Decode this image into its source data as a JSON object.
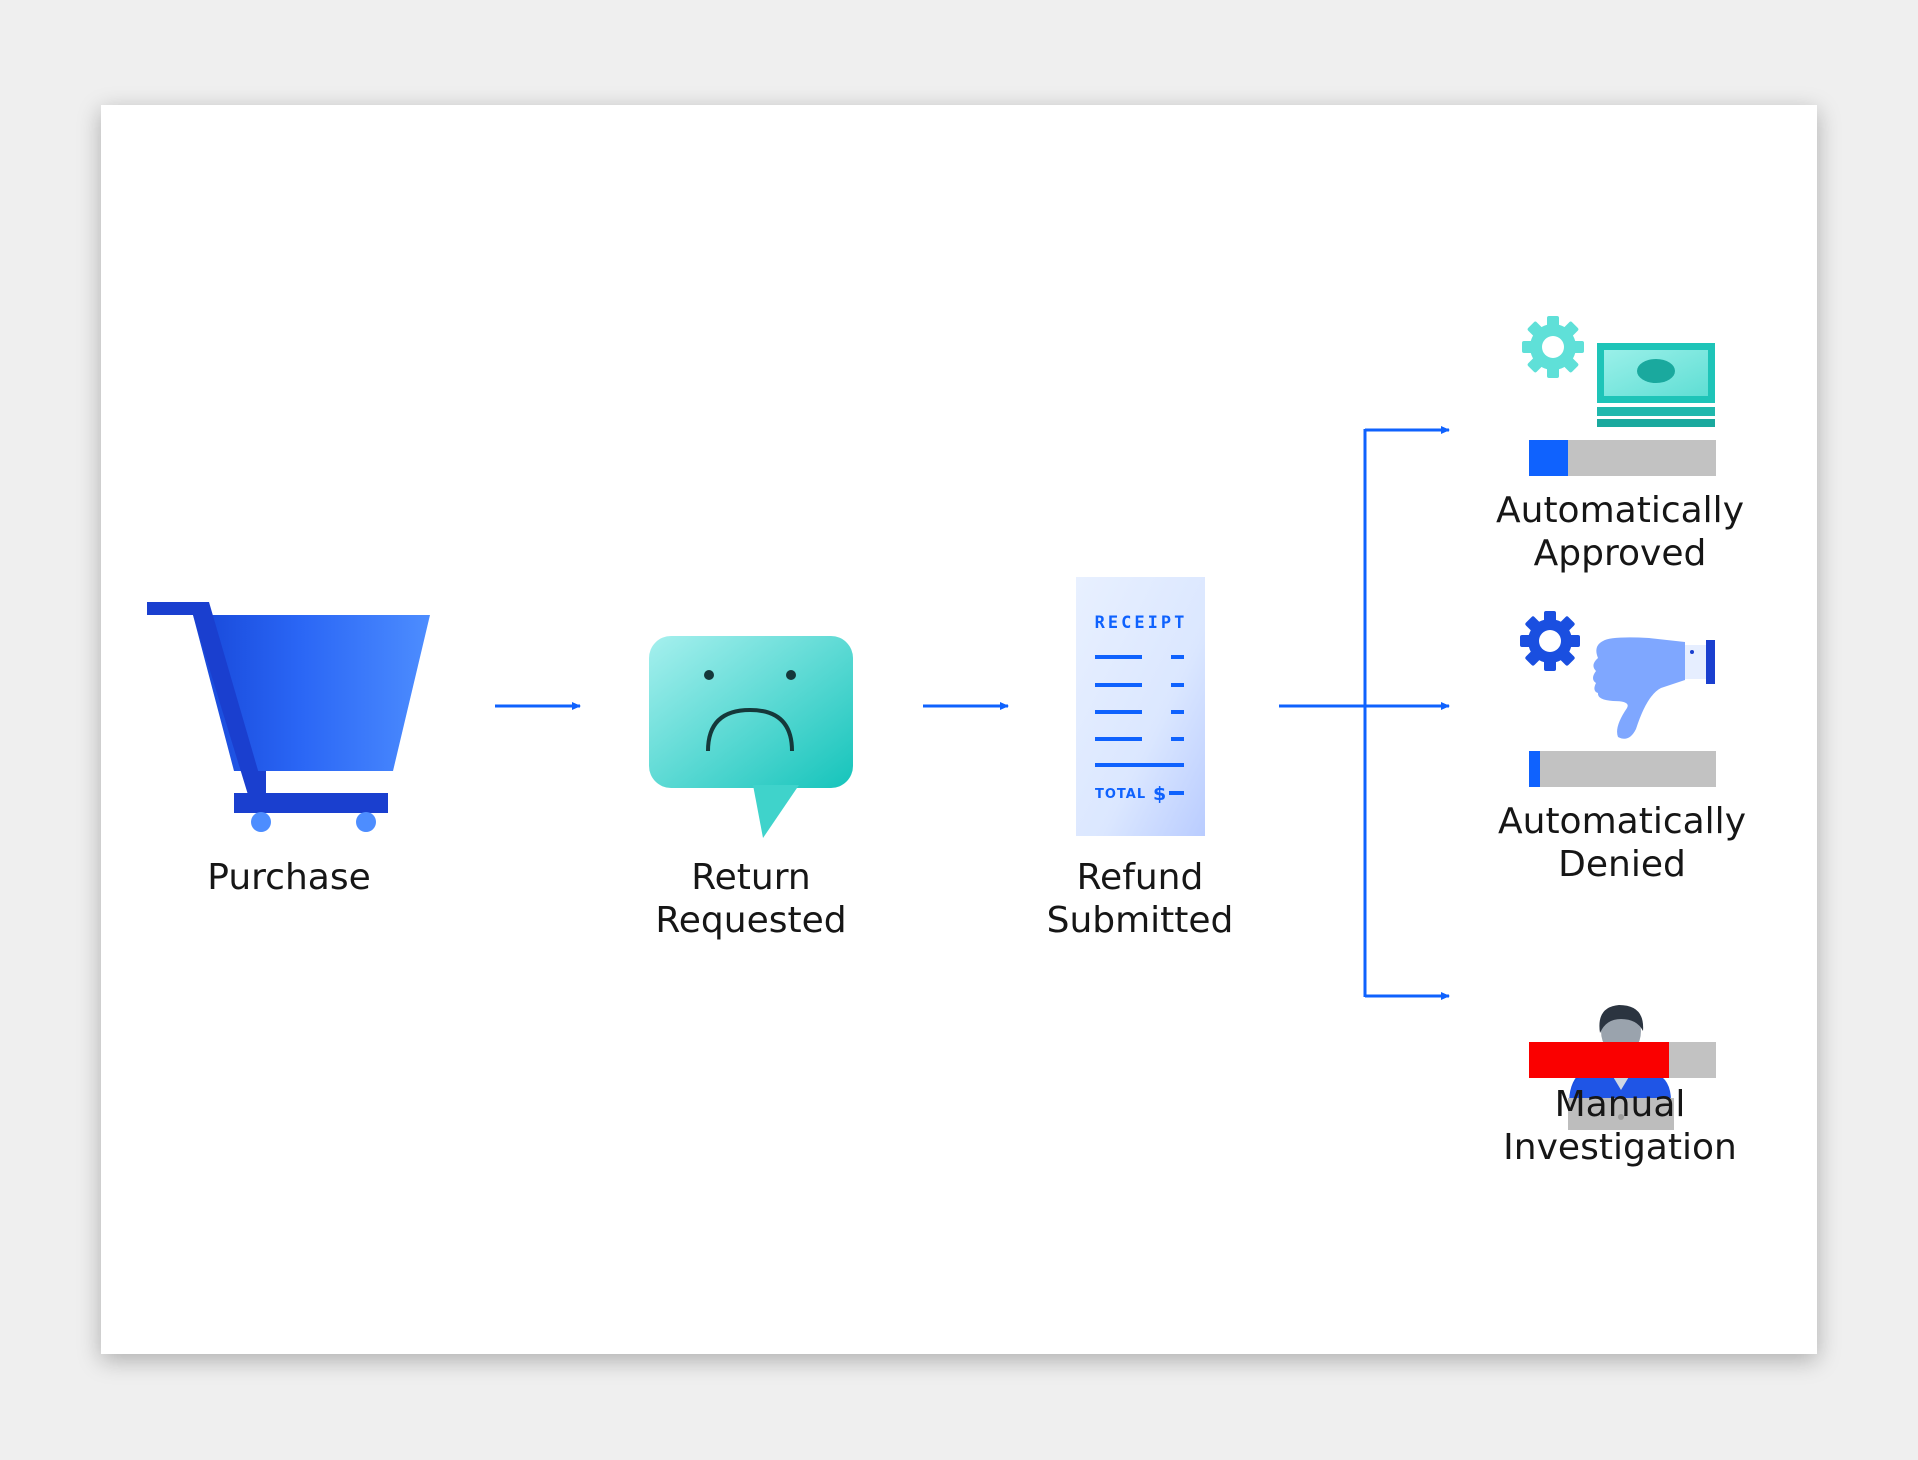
{
  "colors": {
    "page_background": "#efefef",
    "card_background": "#ffffff",
    "arrow": "#0f62fe",
    "cart_blue": "#1a56db",
    "teal": "#1ccac2",
    "bar_track": "#c2c2c2",
    "approved_fill": "#0f62fe",
    "denied_fill": "#0f62fe",
    "manual_fill": "#fa0000"
  },
  "steps": {
    "purchase": {
      "label_line1": "Purchase",
      "icon": "shopping-cart-icon"
    },
    "return_requested": {
      "label_line1": "Return",
      "label_line2": "Requested",
      "icon": "sad-speech-bubble-icon"
    },
    "refund_submitted": {
      "label_line1": "Refund",
      "label_line2": "Submitted",
      "icon": "receipt-icon",
      "receipt_title": "RECEIPT",
      "receipt_total": "TOTAL",
      "receipt_currency": "$"
    }
  },
  "outcomes": [
    {
      "label_line1": "Automatically",
      "label_line2": "Approved",
      "icons": [
        "gear-icon",
        "cash-icon"
      ],
      "bar_fraction": 0.21
    },
    {
      "label_line1": "Automatically",
      "label_line2": "Denied",
      "icons": [
        "gear-icon",
        "thumbs-down-icon"
      ],
      "bar_fraction": 0.06
    },
    {
      "label_line1": "Manual",
      "label_line2": "Investigation",
      "icons": [
        "person-at-laptop-icon"
      ],
      "bar_fraction": 0.75
    }
  ]
}
